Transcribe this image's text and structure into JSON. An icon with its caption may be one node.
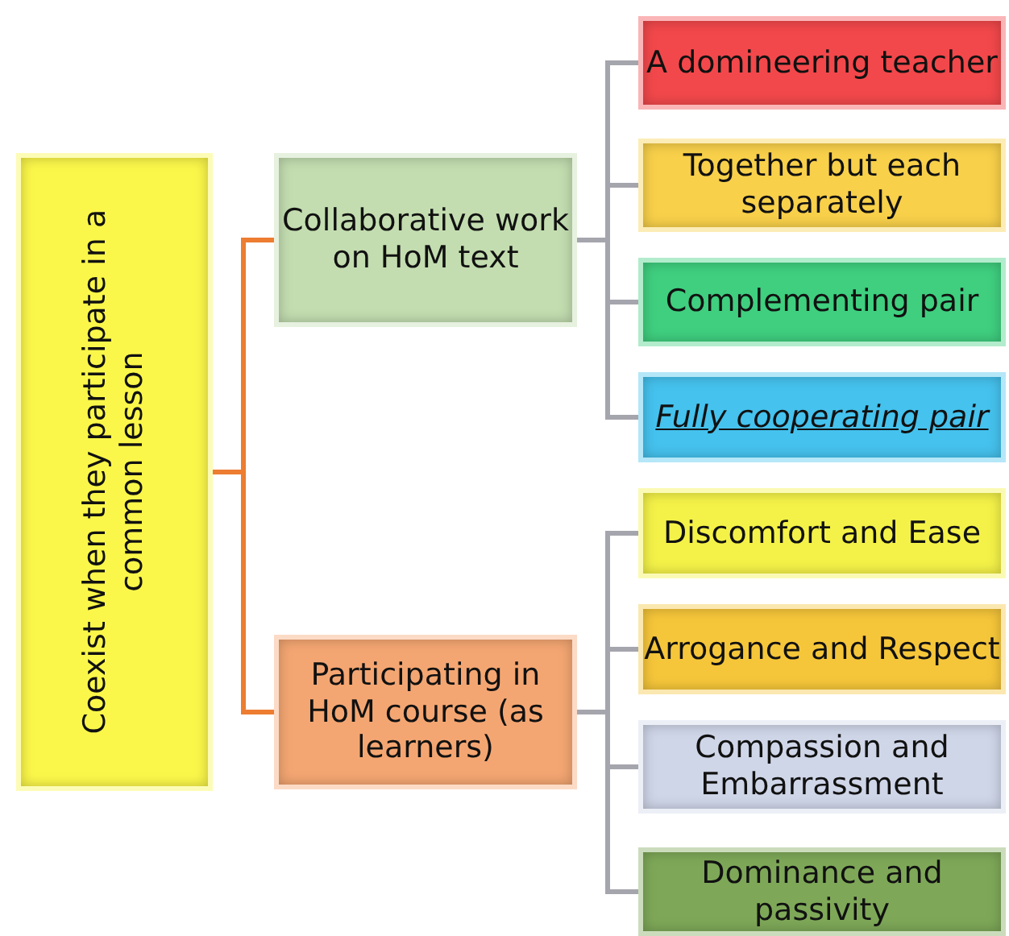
{
  "diagram": {
    "nodes": [
      {
        "text": [
          "Coexist when they participate in a common lesson"
        ]
      },
      {
        "text": [
          "Collaborative work on HoM text"
        ]
      },
      {
        "text": [
          "Participating in HoM course (as learners)"
        ]
      },
      {
        "text": [
          "A domineering teacher"
        ]
      },
      {
        "text": [
          "Together but each separately"
        ]
      },
      {
        "text": [
          "Complementing pair"
        ]
      },
      {
        "text": [
          "Fully cooperating pair"
        ]
      },
      {
        "text": [
          "Discomfort and Ease"
        ]
      },
      {
        "text": [
          "Arrogance and Respect"
        ]
      },
      {
        "text": [
          "Compassion and Embarrassment"
        ]
      },
      {
        "text": [
          "Dominance and passivity"
        ]
      }
    ],
    "edges": [
      {
        "from": 0,
        "to": 1,
        "arrow": "none",
        "color": "#ed7d31"
      },
      {
        "from": 0,
        "to": 2,
        "arrow": "none",
        "color": "#ed7d31"
      },
      {
        "from": 1,
        "to": 3,
        "arrow": "none"
      },
      {
        "from": 1,
        "to": 4,
        "arrow": "none"
      },
      {
        "from": 1,
        "to": 5,
        "arrow": "none"
      },
      {
        "from": 1,
        "to": 6,
        "arrow": "none"
      },
      {
        "from": 2,
        "to": 7,
        "arrow": "none"
      },
      {
        "from": 2,
        "to": 8,
        "arrow": "none"
      },
      {
        "from": 2,
        "to": 9,
        "arrow": "none"
      },
      {
        "from": 2,
        "to": 10,
        "arrow": "none"
      }
    ]
  }
}
